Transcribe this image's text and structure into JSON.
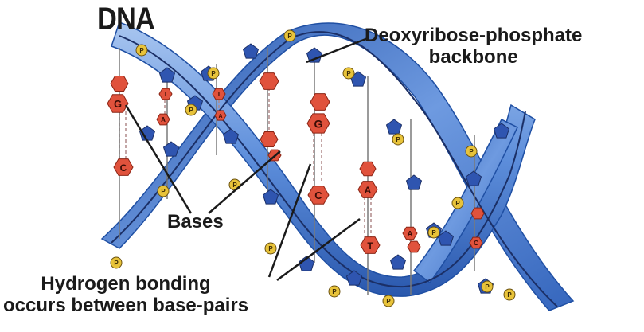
{
  "title": "DNA",
  "labels": {
    "backbone_line1": "Deoxyribose-phosphate",
    "backbone_line2": "backbone",
    "bases": "Bases",
    "hbond_line1": "Hydrogen bonding",
    "hbond_line2": "occurs between base-pairs"
  },
  "base_letters": {
    "pair1": [
      "G",
      "C"
    ],
    "pair2": [
      "T",
      "A"
    ],
    "pair3": [
      "T",
      "A"
    ],
    "pair4": [
      "G",
      "C"
    ],
    "pair5": [
      "A",
      "T"
    ],
    "pair6": [
      "A",
      "C"
    ]
  },
  "phosphate_letter": "P",
  "colors": {
    "ribbon_light": "#8fb3e8",
    "ribbon_mid": "#4d7fd0",
    "ribbon_dark": "#1f4fa3",
    "sugar": "#2f55b0",
    "phosphate": "#e8c33a",
    "base": "#e0523c",
    "label_text": "#1a1a1a"
  }
}
